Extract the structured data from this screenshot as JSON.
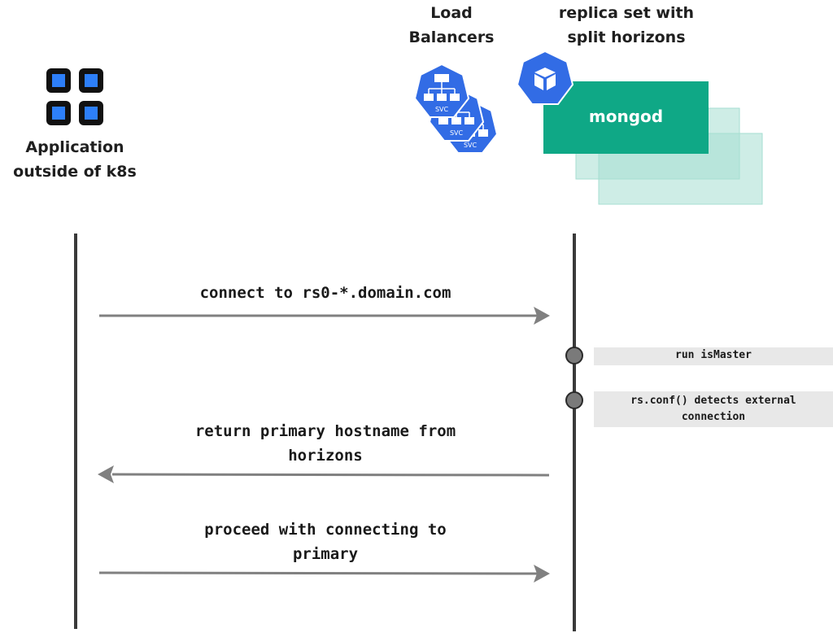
{
  "actors": {
    "application": {
      "label": "Application\noutside of k8s",
      "icon": "app-grid-icon",
      "icon_color": "#2d7ff9"
    },
    "load_balancers": {
      "label": "Load\nBalancers",
      "icon": "k8s-service-icon",
      "icon_text": "SVC",
      "icon_color": "#326ce5",
      "count": 3
    },
    "replica_set": {
      "label": "replica set with\nsplit horizons",
      "icon": "k8s-pod-icon",
      "icon_color": "#326ce5",
      "node_label": "mongod",
      "node_color": "#0fa886",
      "replica_color": "#a6ded1"
    }
  },
  "messages": [
    {
      "label": "connect to rs0-*.domain.com",
      "direction": "right"
    },
    {
      "label": "return primary hostname from\nhorizons",
      "direction": "left"
    },
    {
      "label": "proceed with connecting to\nprimary",
      "direction": "right"
    }
  ],
  "notes": [
    {
      "label": "run isMaster"
    },
    {
      "label": "rs.conf() detects external\nconnection"
    }
  ],
  "colors": {
    "lifeline": "#3a3a3a",
    "arrow": "#808080",
    "note_bg": "#e8e8e8",
    "node_dot": "#7a7a7a"
  }
}
